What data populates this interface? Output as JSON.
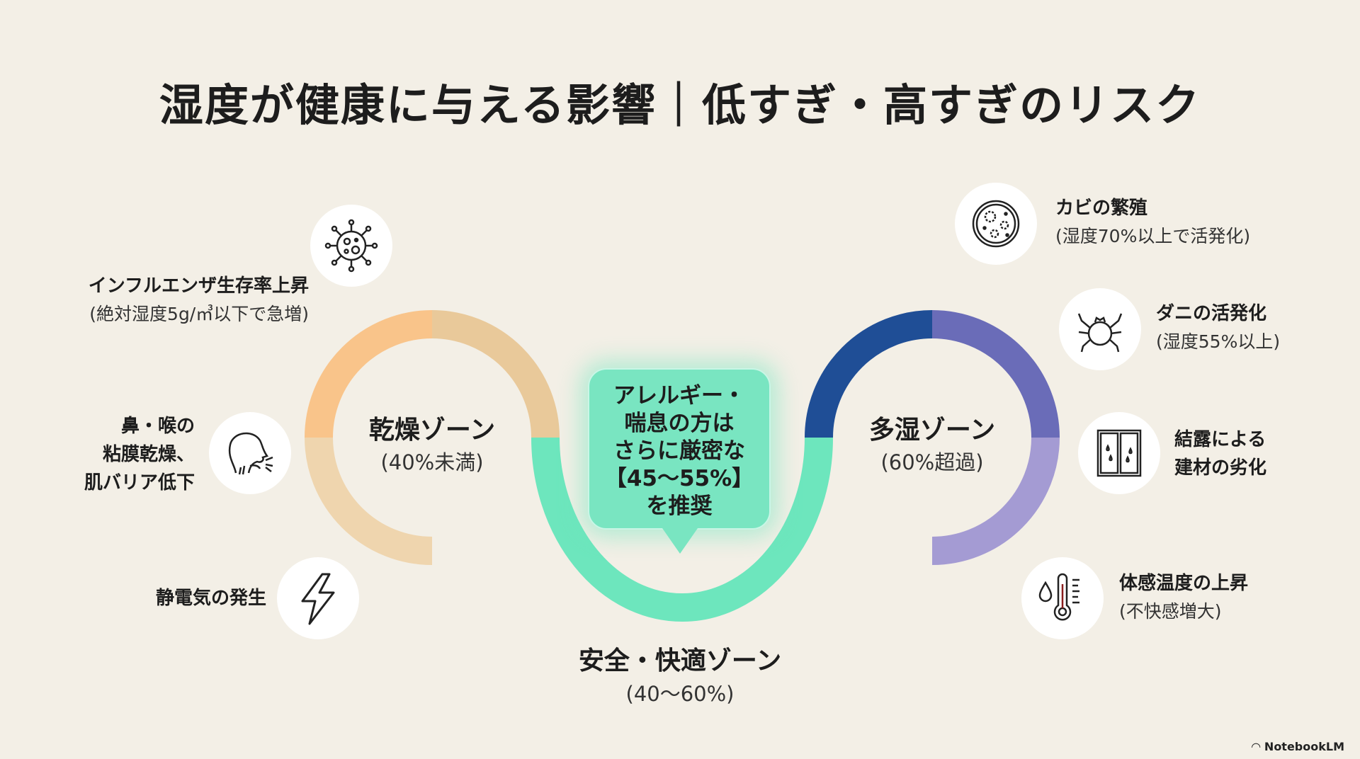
{
  "title": "湿度が健康に与える影響｜低すぎ・高すぎのリスク",
  "colors": {
    "background": "#F3EFE6",
    "dry_top_left": "#F9C48A",
    "dry_top_right": "#E9C99A",
    "dry_bottom_left": "#EFD5AE",
    "safe": "#6DE6BD",
    "humid_top_left": "#1F4E96",
    "humid_top_right": "#6A6CB8",
    "humid_bottom_right": "#A49BD3"
  },
  "zones": {
    "dry": {
      "title": "乾燥ゾーン",
      "range": "(40%未満)"
    },
    "safe": {
      "title": "安全・快適ゾーン",
      "range": "(40〜60%)"
    },
    "humid": {
      "title": "多湿ゾーン",
      "range": "(60%超過)"
    }
  },
  "callout": {
    "lines": [
      "アレルギー・",
      "喘息の方は",
      "さらに厳密な",
      "【45〜55%】",
      "を推奨"
    ]
  },
  "dry_risks": [
    {
      "icon": "virus-icon",
      "title": "インフルエンザ生存率上昇",
      "detail": "(絶対湿度5g/㎥以下で急増)"
    },
    {
      "icon": "face-breathing-icon",
      "lines": [
        "鼻・喉の",
        "粘膜乾燥、",
        "肌バリア低下"
      ]
    },
    {
      "icon": "lightning-icon",
      "title": "静電気の発生"
    }
  ],
  "humid_risks": [
    {
      "icon": "mold-petri-dish-icon",
      "title": "カビの繁殖",
      "detail": "(湿度70%以上で活発化)"
    },
    {
      "icon": "mite-icon",
      "title": "ダニの活発化",
      "detail": "(湿度55%以上)"
    },
    {
      "icon": "window-condensation-icon",
      "lines": [
        "結露による",
        "建材の劣化"
      ]
    },
    {
      "icon": "thermometer-drop-icon",
      "title": "体感温度の上昇",
      "detail": "(不快感増大)"
    }
  ],
  "brand": "NotebookLM"
}
